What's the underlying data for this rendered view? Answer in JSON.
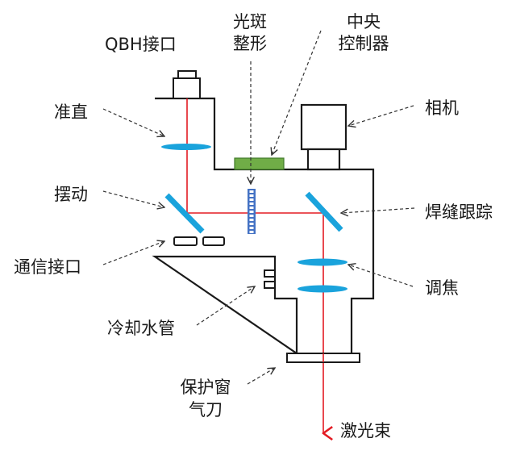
{
  "diagram": {
    "title": "Laser welding head structure",
    "colors": {
      "outline": "#1a1a1a",
      "laser": "#e31b23",
      "optic": "#1aa3dc",
      "controller": "#70ad47",
      "controller_border": "#3f7a2a",
      "shaper": "#4472c4",
      "leader": "#333333"
    },
    "labels": {
      "qbh": "QBH接口",
      "shaper_line1": "光斑",
      "shaper_line2": "整形",
      "controller_line1": "中央",
      "controller_line2": "控制器",
      "collimation": "准直",
      "camera": "相机",
      "wobble": "摆动",
      "seam_tracking": "焊缝跟踪",
      "comm_port": "通信接口",
      "focusing": "调焦",
      "cooling_pipe": "冷却水管",
      "protect_line1": "保护窗",
      "protect_line2": "气刀",
      "laser_beam": "激光束"
    }
  }
}
